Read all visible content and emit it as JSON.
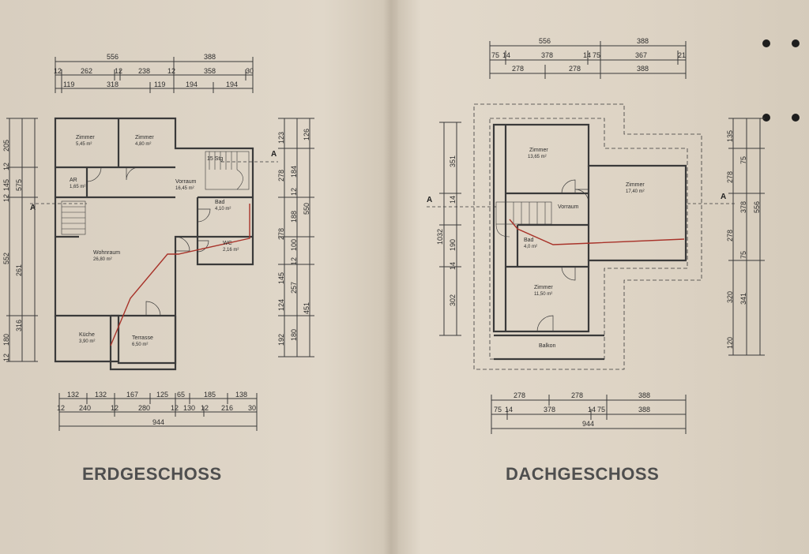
{
  "plans": {
    "ground": {
      "title": "ERDGESCHOSS",
      "rooms": [
        {
          "name": "Zimmer",
          "area": "5,45 m²"
        },
        {
          "name": "Zimmer",
          "area": "4,80 m²"
        },
        {
          "name": "AR",
          "area": "1,65 m²"
        },
        {
          "name": "Vorraum",
          "area": "16,45 m²"
        },
        {
          "name": "Bad",
          "area": "4,10 m²"
        },
        {
          "name": "WC",
          "area": "2,16 m²"
        },
        {
          "name": "Wohnraum",
          "area": "26,80 m²"
        },
        {
          "name": "Küche",
          "area": "3,90 m²"
        },
        {
          "name": "Terrasse",
          "area": "6,50 m²"
        }
      ],
      "top_dims": {
        "row1": [
          "556",
          "388"
        ],
        "row2": [
          "12",
          "262",
          "12",
          "238",
          "12",
          "358",
          "30"
        ],
        "row3": [
          "119",
          "318",
          "119",
          "194",
          "194"
        ]
      },
      "bottom_dims": {
        "row1": [
          "132",
          "132",
          "167",
          "125",
          "65",
          "185",
          "138"
        ],
        "row2": [
          "12",
          "240",
          "12",
          "280",
          "12",
          "130",
          "12",
          "216",
          "30"
        ],
        "row3": [
          "944"
        ]
      },
      "left_dims": [
        "205",
        "12",
        "145",
        "575",
        "12",
        "552",
        "261",
        "316",
        "180",
        "12"
      ],
      "right_dims": [
        "123",
        "126",
        "278",
        "184",
        "12",
        "188",
        "550",
        "278",
        "100",
        "12",
        "145",
        "257",
        "124",
        "451",
        "192",
        "180"
      ],
      "section_mark": "A",
      "stair_label": "15 Stg"
    },
    "attic": {
      "title": "DACHGESCHOSS",
      "rooms": [
        {
          "name": "Zimmer",
          "area": "13,65 m²"
        },
        {
          "name": "Zimmer",
          "area": "17,40 m²"
        },
        {
          "name": "Vorraum",
          "area": ""
        },
        {
          "name": "Bad",
          "area": "4,0 m²"
        },
        {
          "name": "Zimmer",
          "area": "11,50 m²"
        },
        {
          "name": "Balkon",
          "area": ""
        }
      ],
      "top_dims": {
        "row1": [
          "556",
          "388"
        ],
        "row2": [
          "75",
          "14",
          "378",
          "14",
          "75",
          "367",
          "21"
        ],
        "row3": [
          "278",
          "278",
          "388"
        ]
      },
      "bottom_dims": {
        "row1": [
          "278",
          "278",
          "388"
        ],
        "row2": [
          "75",
          "14",
          "378",
          "14",
          "75",
          "388"
        ],
        "row3": [
          "944"
        ]
      },
      "left_dims": [
        "1032",
        "351",
        "14",
        "190",
        "14",
        "302"
      ],
      "right_dims": [
        "135",
        "278",
        "75",
        "378",
        "556",
        "278",
        "75",
        "320",
        "341",
        "120"
      ],
      "section_mark": "A"
    }
  },
  "colors": {
    "paper": "#ddd3c4",
    "line": "#3a3a3a",
    "title": "#4f4f4f",
    "pipe": "#a8332a"
  }
}
